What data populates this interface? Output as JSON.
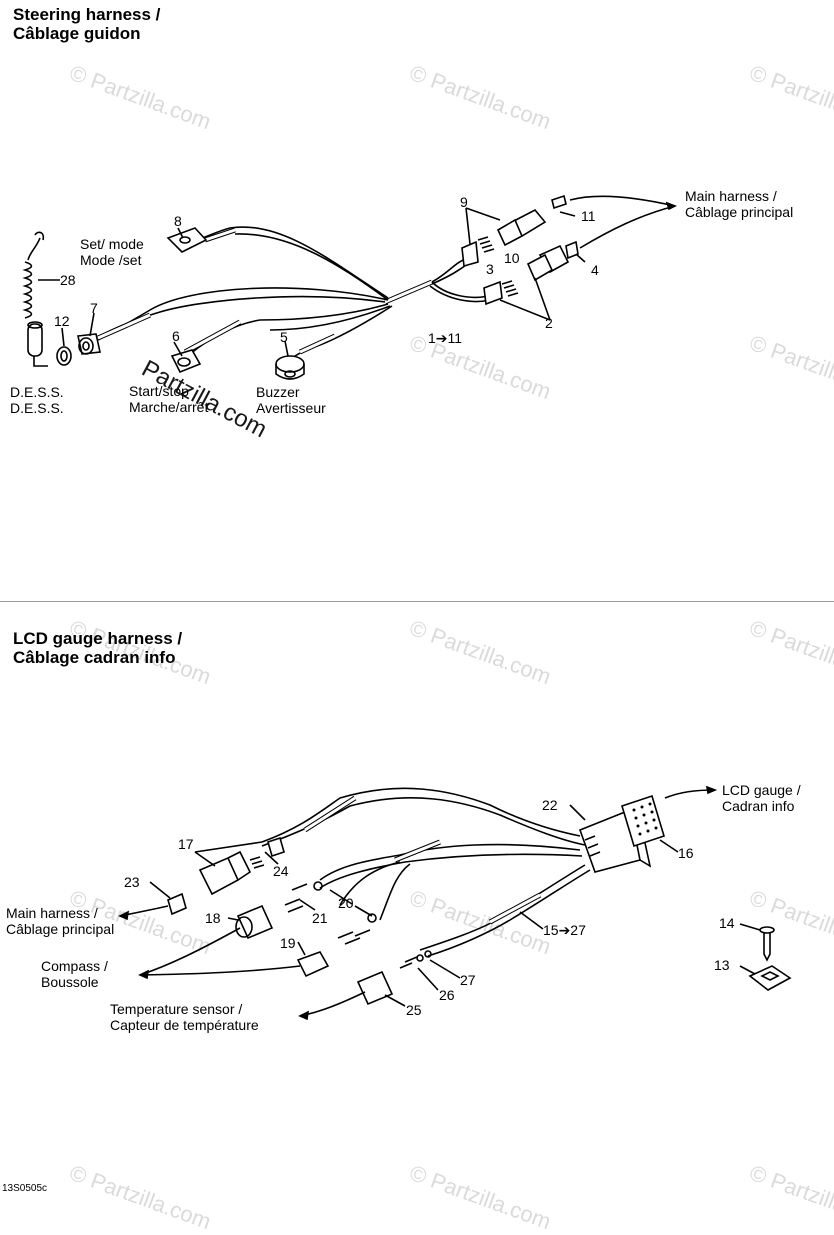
{
  "sections": {
    "steering": {
      "title_en": "Steering harness /",
      "title_fr": "Câblage guidon"
    },
    "lcd": {
      "title_en": "LCD gauge harness /",
      "title_fr": "Câblage cadran info"
    }
  },
  "steering_labels": {
    "main_harness_en": "Main harness   /",
    "main_harness_fr": "Câblage principal",
    "set_mode_en": "Set/ mode",
    "set_mode_fr": "Mode /set",
    "dess_en": "D.E.S.S.",
    "dess_fr": "D.E.S.S.",
    "start_stop_en": "Start/stop",
    "start_stop_fr": "Marche/arrêt",
    "buzzer_en": "Buzzer",
    "buzzer_fr": "Avertisseur"
  },
  "steering_numbers": {
    "n9": "9",
    "n11a": "11",
    "n4": "4",
    "n10": "10",
    "n3": "3",
    "n2": "2",
    "n1to11": "1➔11",
    "n8": "8",
    "n28": "28",
    "n12": "12",
    "n7": "7",
    "n6": "6",
    "n5": "5"
  },
  "lcd_labels": {
    "lcd_gauge_en": "LCD gauge /",
    "lcd_gauge_fr": "Cadran info",
    "main_harness_en": "Main harness /",
    "main_harness_fr": "Câblage principal",
    "compass_en": "Compass /",
    "compass_fr": "Boussole",
    "temp_en": "Temperature sensor /",
    "temp_fr": "Capteur de température"
  },
  "lcd_numbers": {
    "n22": "22",
    "n16": "16",
    "n17": "17",
    "n24": "24",
    "n23": "23",
    "n18": "18",
    "n21": "21",
    "n20": "20",
    "n19": "19",
    "n15to27": "15➔27",
    "n27": "27",
    "n26": "26",
    "n25": "25",
    "n14": "14",
    "n13": "13"
  },
  "drawing_code": "13S0505c",
  "watermark": "© Partzilla.com",
  "overlay_watermark": "Partzilla.com"
}
